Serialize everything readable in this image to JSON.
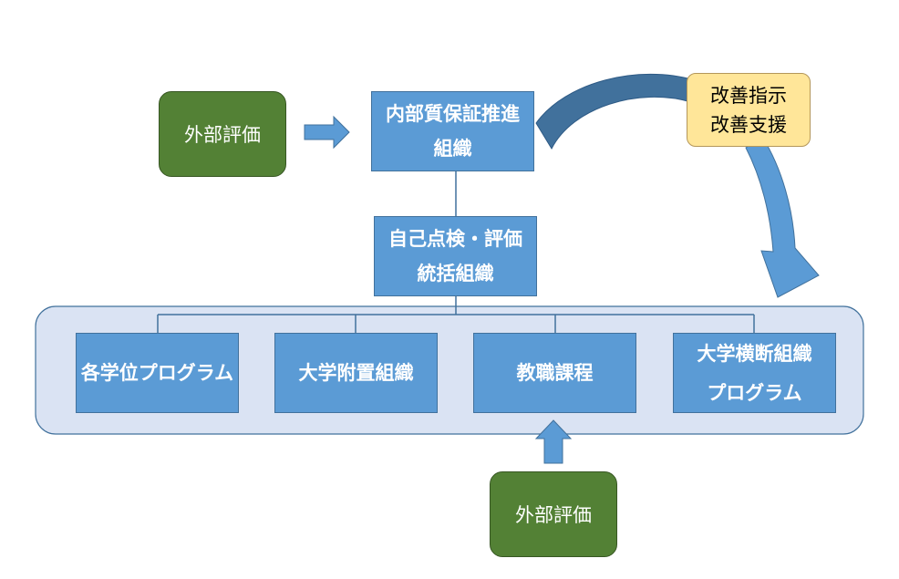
{
  "external_eval_top": "外部評価",
  "external_eval_bottom": "外部評価",
  "internal_qa_org": {
    "line1": "内部質保証推進",
    "line2": "組織"
  },
  "self_check_org": {
    "line1": "自己点検・評価",
    "line2": "統括組織"
  },
  "improvement": {
    "line1": "改善指示",
    "line2": "改善支援"
  },
  "units": [
    {
      "line1": "各学位プログラム",
      "line2": ""
    },
    {
      "line1": "大学附置組織",
      "line2": ""
    },
    {
      "line1": "教職課程",
      "line2": ""
    },
    {
      "line1": "大学横断組織",
      "line2": "プログラム"
    }
  ],
  "colors": {
    "box_blue": "#5b9bd5",
    "box_green": "#538135",
    "box_yellow": "#ffe699",
    "group_bg": "#dae3f3",
    "arrow_blue": "#5b9bd5",
    "arrow_dark_blue": "#41719c"
  }
}
